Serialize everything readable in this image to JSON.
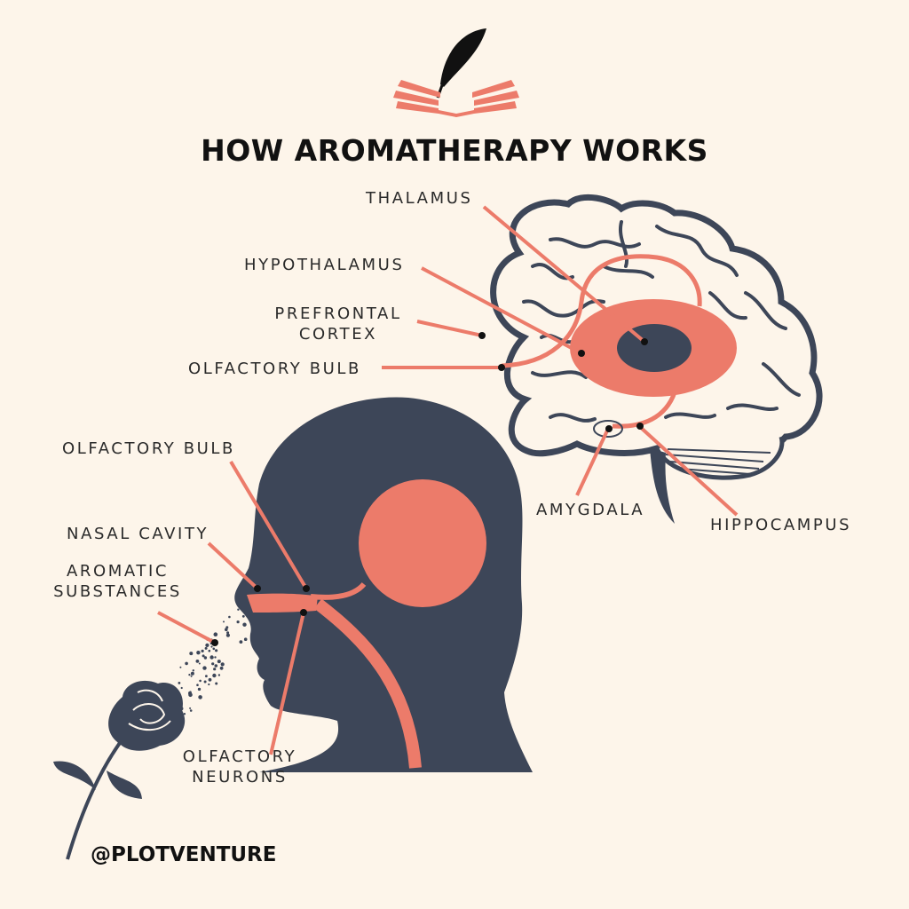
{
  "title": "HOW AROMATHERAPY WORKS",
  "handle": "@PLOTVENTURE",
  "labels": {
    "thalamus": "THALAMUS",
    "hypothalamus": "HYPOTHALAMUS",
    "prefrontal_cortex": [
      "PREFRONTAL",
      "CORTEX"
    ],
    "olfactory_bulb_brain": "OLFACTORY BULB",
    "amygdala": "AMYGDALA",
    "hippocampus": "HIPPOCAMPUS",
    "olfactory_bulb_head": "OLFACTORY BULB",
    "nasal_cavity": "NASAL CAVITY",
    "aromatic_substances": [
      "AROMATIC",
      "SUBSTANCES"
    ],
    "olfactory_neurons": [
      "OLFACTORY",
      "NEURONS"
    ]
  },
  "icons": {
    "logo": "book-quill-icon",
    "flower": "rose-icon",
    "particles": "scent-particles-icon"
  },
  "colors": {
    "background": "#fdf5ea",
    "navy": "#3d4658",
    "coral": "#ec7b6a",
    "text": "#111111"
  }
}
